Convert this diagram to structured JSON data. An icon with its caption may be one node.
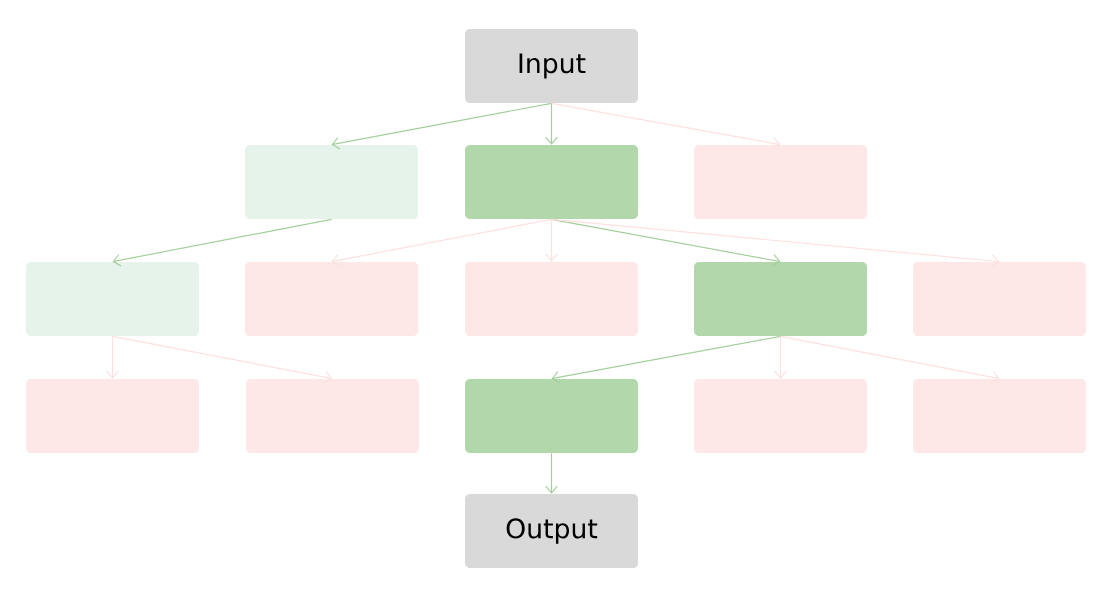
{
  "diagram": {
    "nodes": [
      {
        "text": [
          "Input"
        ]
      },
      {
        "text": [],
        "shape": "box"
      },
      {
        "text": [],
        "shape": "box"
      },
      {
        "text": [],
        "shape": "box"
      },
      {
        "text": [],
        "shape": "box"
      },
      {
        "text": [],
        "shape": "box"
      },
      {
        "text": [],
        "shape": "box"
      },
      {
        "text": [],
        "shape": "box"
      },
      {
        "text": [],
        "shape": "box"
      },
      {
        "text": [],
        "shape": "box"
      },
      {
        "text": [],
        "shape": "box"
      },
      {
        "text": [],
        "shape": "box"
      },
      {
        "text": [],
        "shape": "box"
      },
      {
        "text": [],
        "shape": "box"
      },
      {
        "text": [
          "Output"
        ]
      }
    ],
    "edges": [
      {
        "from": 0,
        "to": 1,
        "arrow": "to",
        "color": "#a3cf9c"
      },
      {
        "from": 0,
        "to": 2,
        "arrow": "to",
        "color": "#a3cf9c"
      },
      {
        "from": 0,
        "to": 3,
        "arrow": "to"
      },
      {
        "from": 1,
        "to": 4,
        "arrow": "to",
        "color": "#a3cf9c"
      },
      {
        "from": 2,
        "to": 5,
        "arrow": "to"
      },
      {
        "from": 2,
        "to": 6,
        "arrow": "to"
      },
      {
        "from": 2,
        "to": 7,
        "arrow": "to",
        "color": "#a3cf9c"
      },
      {
        "from": 2,
        "to": 8,
        "arrow": "to"
      },
      {
        "from": 4,
        "to": 9,
        "arrow": "to"
      },
      {
        "from": 4,
        "to": 10,
        "arrow": "to"
      },
      {
        "from": 7,
        "to": 11,
        "arrow": "to",
        "color": "#a3cf9c"
      },
      {
        "from": 7,
        "to": 12,
        "arrow": "to"
      },
      {
        "from": 7,
        "to": 13,
        "arrow": "to"
      },
      {
        "from": 11,
        "to": 14,
        "arrow": "to",
        "color": "#a3cf9c"
      }
    ]
  }
}
